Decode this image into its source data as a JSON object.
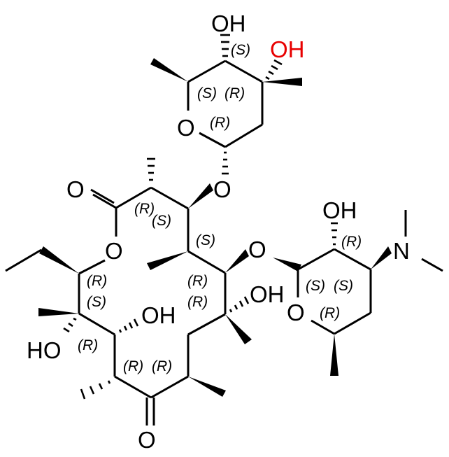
{
  "diagram": {
    "type": "chemical-structure",
    "colors": {
      "bond": "#000000",
      "highlight_atom": "#e80000",
      "background": "#ffffff"
    },
    "atoms": {
      "cladinose_oh_top": "OH",
      "cladinose_oh_red": "OH",
      "cladinose_ring_o": "O",
      "glycosidic_o_upper": "O",
      "lactone_carbonyl_o": "O",
      "lactone_ring_o": "O",
      "glycosidic_o_lower": "O",
      "desosamine_oh": "OH",
      "desosamine_n": "N",
      "desosamine_ring_o": "O",
      "c6_oh": "OH",
      "c11_oh": "OH",
      "c12_ho": "HO",
      "ketone_o": "O"
    },
    "stereo_labels": {
      "cladinose_s_top": "(S)",
      "cladinose_s": "(S)",
      "cladinose_r": "(R)",
      "cladinose_anomeric_r": "(R)",
      "c2_r": "(R)",
      "c3_s": "(S)",
      "c4_s": "(S)",
      "c13_r": "(R)",
      "c12_s": "(S)",
      "c11_r": "(R)",
      "c5_r": "(R)",
      "c6_r": "(R)",
      "c10_r": "(R)",
      "c8_r": "(R)",
      "desosamine_c2_r": "(R)",
      "desosamine_c1_s": "(S)",
      "desosamine_c3_s": "(S)",
      "desosamine_c5_r": "(R)"
    }
  }
}
